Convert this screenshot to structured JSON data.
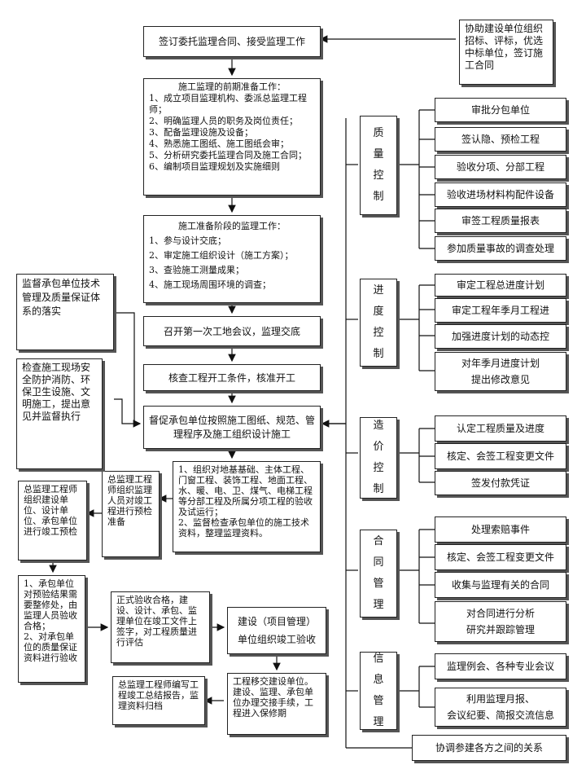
{
  "main": {
    "sign": "签订委托监理合同、接受监理工作",
    "prep": [
      "施工监理的前期准备工作：",
      "1、成立项目监理机构、委派总监理工程师；",
      "2、明确监理人员的职务及岗位责任；",
      "3、配备监理设施及设备；",
      "4、熟悉施工图纸、施工图纸会审；",
      "5、分析研究委托监理合同及施工合同；",
      "6、编制项目监理规划及实施细则"
    ],
    "stage": [
      "施工准备阶段的监理工作：",
      "1、参与设计交底；",
      "2、审定施工组织设计（施工方案）；",
      "3、查验施工测量成果；",
      "4、施工现场周围环境的调查；"
    ],
    "meeting": "召开第一次工地会议，监理交底",
    "check": "核查工程开工条件，核准开工",
    "urge": "督促承包单位按照施工图纸、规范、管理程序及施工组织设计施工",
    "org": [
      "1、组织对地基基础、主体工程、门窗工程、装饰工程、地面工程、水、暖、电、卫、煤气、电梯工程等分部工程及所属分项工程的验收及试运行；",
      "2、监督检查承包单位的施工技术资料，整理监理资料。"
    ],
    "chief_check": "总监理工程师组织监理人员对竣工程进行预检准备",
    "chief_org": "总监理工程师组织建设单位、设计单位、承包单位进行竣工预检",
    "rectify": [
      "1、承包单位对预验结果需要整修处，由监理人员验收合格；",
      "2、对承包单位的质量保证资料进行验收"
    ],
    "formal": "正式验收合格，建设、设计、承包、监理单位在竣工文件上签字，对工程质量进行评估",
    "owner": [
      "建设（项目管理）",
      "单位组织竣工验收"
    ],
    "handover": "工程移交建设单位。建设、监理、承包单位办理交接手续，工程进入保修期",
    "report": "总监理工程师编写工程竣工总结报告，监理资料归档"
  },
  "left": {
    "supervise": "监督承包单位技术管理及质量保证体系的落实",
    "inspect": "检查施工现场安全防护消防、环保卫生设施、文明施工，提出意见并监督执行"
  },
  "top_right": "协助建设单位组织招标、评标，优选中标单位，签订施工合同",
  "categories": [
    {
      "name": [
        "质",
        "量",
        "控",
        "制"
      ],
      "items": [
        "审批分包单位",
        "签认隐、预检工程",
        "验收分项、分部工程",
        "验收进场材料构配件设备",
        "审签工程质量报表",
        "参加质量事故的调查处理"
      ]
    },
    {
      "name": [
        "进",
        "度",
        "控",
        "制"
      ],
      "items": [
        "审定工程总进度计划",
        "审定工程年季月工程进",
        "加强进度计划的动态控",
        "对年季月进度计划\n提出修改意见"
      ]
    },
    {
      "name": [
        "造",
        "价",
        "控",
        "制"
      ],
      "items": [
        "认定工程质量及进度",
        "核定、会签工程变更文件",
        "签发付款凭证"
      ]
    },
    {
      "name": [
        "合",
        "同",
        "管",
        "理"
      ],
      "items": [
        "处理索赔事件",
        "核定、会签工程变更文件",
        "收集与监理有关的合同",
        "对合同进行分析\n研究并跟踪管理"
      ]
    },
    {
      "name": [
        "信",
        "息",
        "管",
        "理"
      ],
      "items": [
        "监理例会、各种专业会议",
        "利用监理月报、\n会议纪要、简报交流信息"
      ]
    }
  ],
  "coordinate": "协调参建各方之间的关系"
}
